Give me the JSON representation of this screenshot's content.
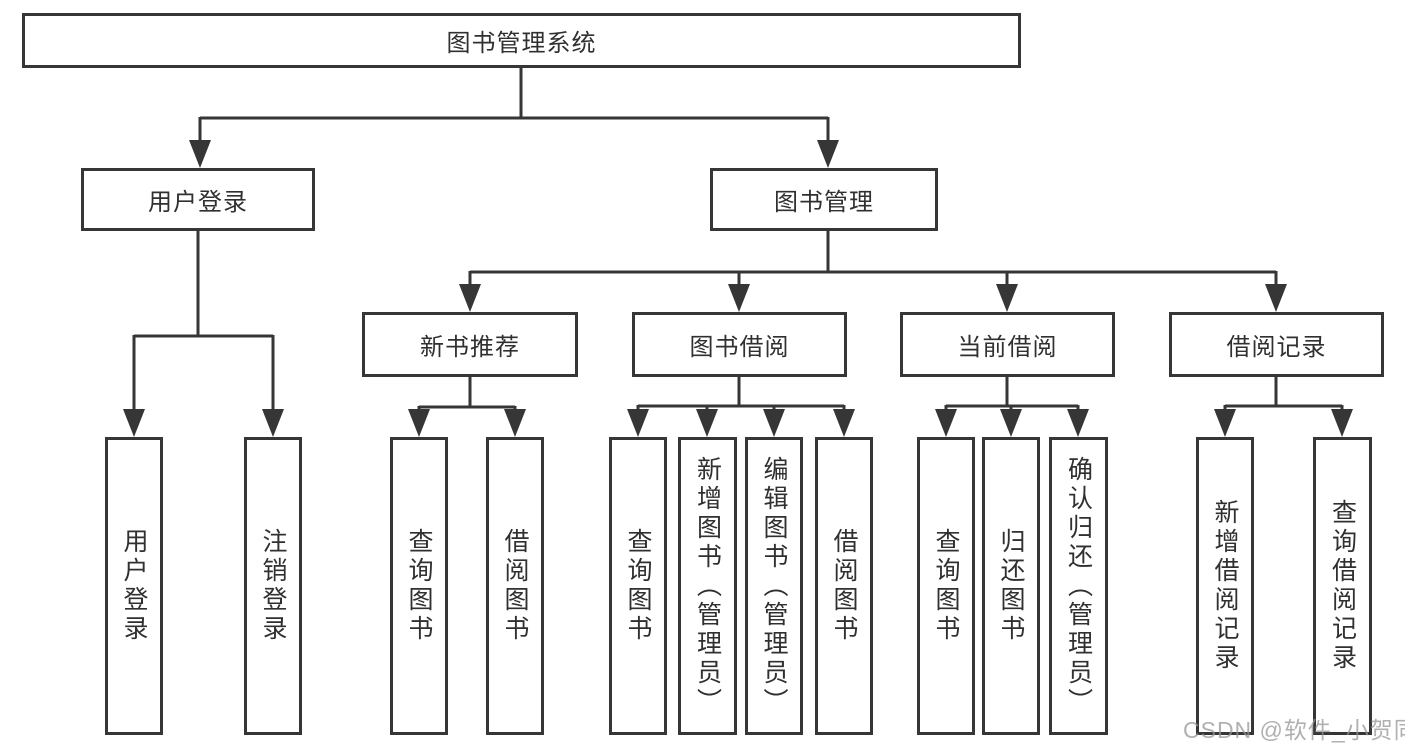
{
  "tree": {
    "label": "图书管理系统",
    "children": [
      {
        "label": "用户登录",
        "children": [
          {
            "label": "用户登录"
          },
          {
            "label": "注销登录"
          }
        ]
      },
      {
        "label": "图书管理",
        "children": [
          {
            "label": "新书推荐",
            "children": [
              {
                "label": "查询图书"
              },
              {
                "label": "借阅图书"
              }
            ]
          },
          {
            "label": "图书借阅",
            "children": [
              {
                "label": "查询图书"
              },
              {
                "label": "新增图书（管理员）"
              },
              {
                "label": "编辑图书（管理员）"
              },
              {
                "label": "借阅图书"
              }
            ]
          },
          {
            "label": "当前借阅",
            "children": [
              {
                "label": "查询图书"
              },
              {
                "label": "归还图书"
              },
              {
                "label": "确认归还（管理员）"
              }
            ]
          },
          {
            "label": "借阅记录",
            "children": [
              {
                "label": "新增借阅记录"
              },
              {
                "label": "查询借阅记录"
              }
            ]
          }
        ]
      }
    ]
  },
  "colors": {
    "line": "#363636",
    "text": "#303030",
    "watermark": "#969696"
  },
  "watermark": {
    "text": "CSDN @软件_小贺同学"
  }
}
